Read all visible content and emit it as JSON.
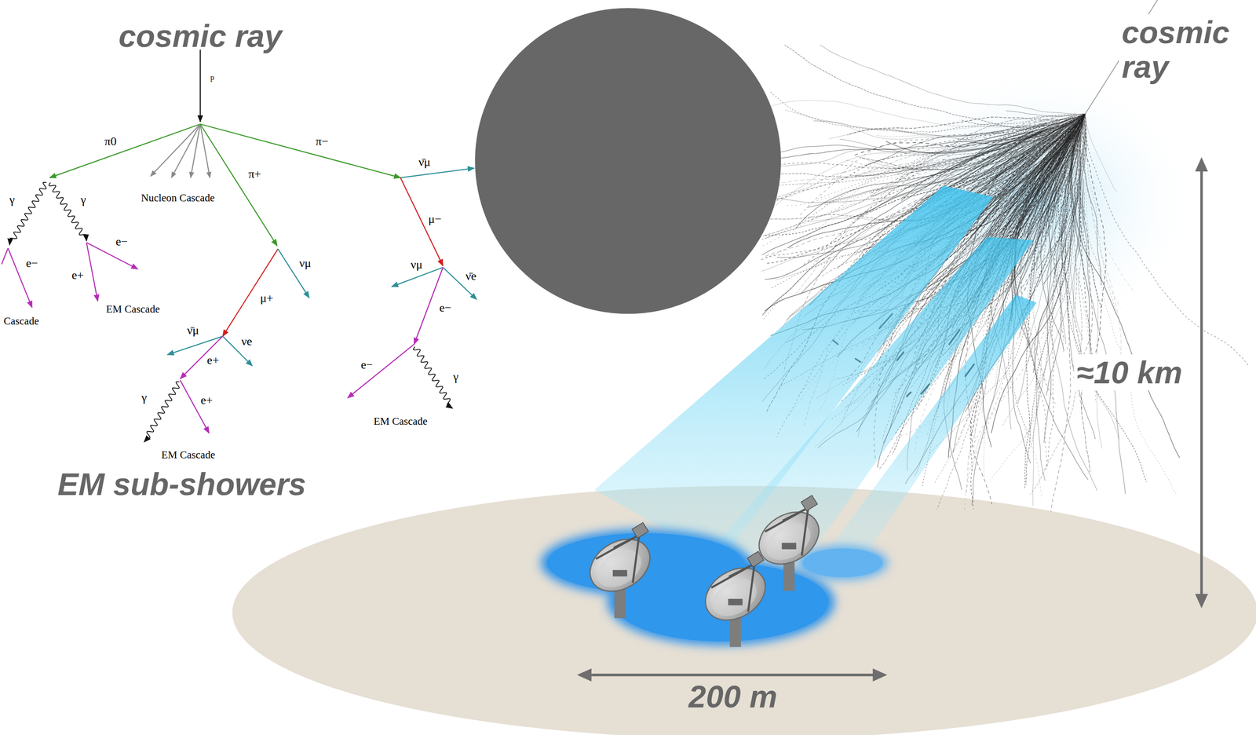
{
  "diagram": {
    "labels": [
      "cosmic ray",
      "p",
      "π0",
      "π−",
      "ν̄μ",
      "γ",
      "γ",
      "Nucleon Cascade",
      "π+",
      "μ−",
      "e−",
      "e−",
      "νμ",
      "νμ",
      "e+",
      "ν̄e",
      "μ+",
      "e−",
      "EM Cascade",
      "Cascade",
      "ν̄μ",
      "νe",
      "e+",
      "e−",
      "γ",
      "γ",
      "e+",
      "EM Cascade",
      "EM Cascade",
      "EM sub-showers",
      "cosmic ray",
      "≈10 km",
      "200 m"
    ]
  }
}
